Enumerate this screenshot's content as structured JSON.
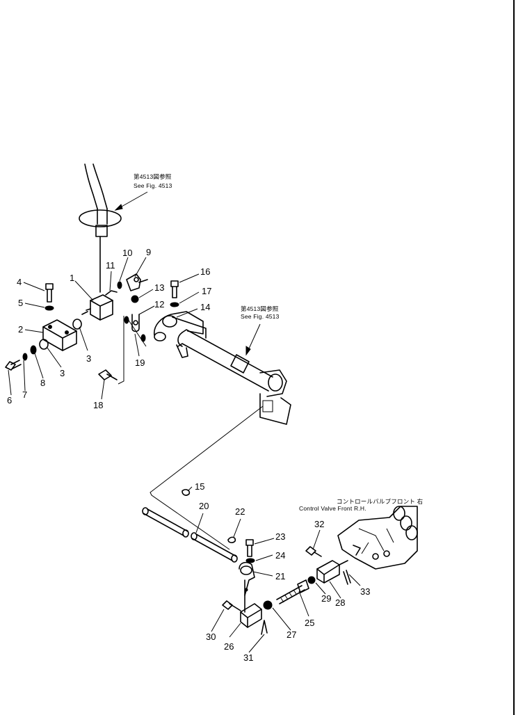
{
  "diagram": {
    "callouts": [
      {
        "id": "c1",
        "label": "1"
      },
      {
        "id": "c2",
        "label": "2"
      },
      {
        "id": "c3a",
        "label": "3"
      },
      {
        "id": "c3b",
        "label": "3"
      },
      {
        "id": "c4",
        "label": "4"
      },
      {
        "id": "c5",
        "label": "5"
      },
      {
        "id": "c6",
        "label": "6"
      },
      {
        "id": "c7",
        "label": "7"
      },
      {
        "id": "c8",
        "label": "8"
      },
      {
        "id": "c9",
        "label": "9"
      },
      {
        "id": "c10",
        "label": "10"
      },
      {
        "id": "c11",
        "label": "11"
      },
      {
        "id": "c12",
        "label": "12"
      },
      {
        "id": "c13",
        "label": "13"
      },
      {
        "id": "c14",
        "label": "14"
      },
      {
        "id": "c15",
        "label": "15"
      },
      {
        "id": "c16",
        "label": "16"
      },
      {
        "id": "c17",
        "label": "17"
      },
      {
        "id": "c18",
        "label": "18"
      },
      {
        "id": "c19",
        "label": "19"
      },
      {
        "id": "c20",
        "label": "20"
      },
      {
        "id": "c21",
        "label": "21"
      },
      {
        "id": "c22",
        "label": "22"
      },
      {
        "id": "c23",
        "label": "23"
      },
      {
        "id": "c24",
        "label": "24"
      },
      {
        "id": "c25",
        "label": "25"
      },
      {
        "id": "c26",
        "label": "26"
      },
      {
        "id": "c27",
        "label": "27"
      },
      {
        "id": "c28",
        "label": "28"
      },
      {
        "id": "c29",
        "label": "29"
      },
      {
        "id": "c30",
        "label": "30"
      },
      {
        "id": "c31",
        "label": "31"
      },
      {
        "id": "c32",
        "label": "32"
      },
      {
        "id": "c33",
        "label": "33"
      }
    ],
    "notes": {
      "see_fig_top_jp": "第4513図参照",
      "see_fig_top_en": "See Fig. 4513",
      "see_fig_mid_jp": "第4513図参照",
      "see_fig_mid_en": "See Fig. 4513",
      "control_valve_jp": "コントロールバルブフロント 右",
      "control_valve_en": "Control Valve Front R.H."
    }
  }
}
